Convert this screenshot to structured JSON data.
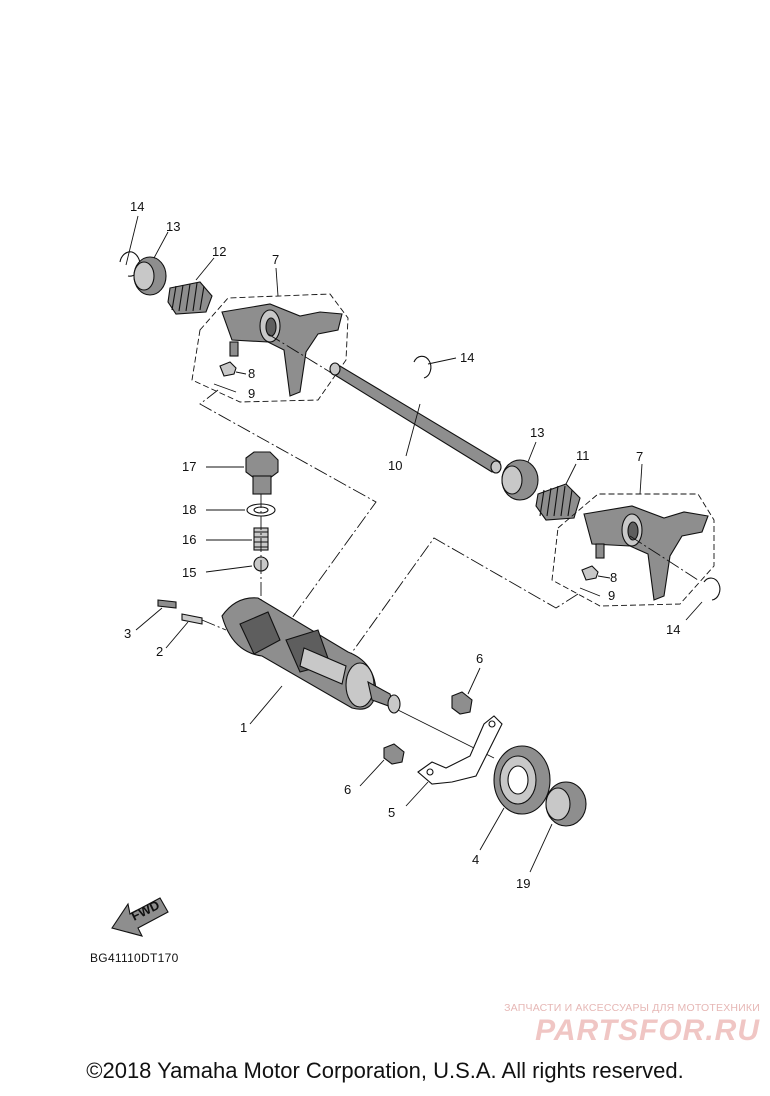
{
  "callouts": {
    "c1": "1",
    "c2": "2",
    "c3": "3",
    "c4": "4",
    "c5": "5",
    "c6a": "6",
    "c6b": "6",
    "c7a": "7",
    "c7b": "7",
    "c8a": "8",
    "c8b": "8",
    "c9a": "9",
    "c9b": "9",
    "c10": "10",
    "c11": "11",
    "c12": "12",
    "c13a": "13",
    "c13b": "13",
    "c14a": "14",
    "c14b": "14",
    "c14c": "14",
    "c15": "15",
    "c16": "16",
    "c17": "17",
    "c18": "18",
    "c19": "19"
  },
  "fwd_label": "FWD",
  "diagram_code": "BG41110DT170",
  "watermark": {
    "line1": "ЗАПЧАСТИ И АКСЕССУАРЫ ДЛЯ МОТОТЕХНИКИ",
    "brand": "PARTSFOR.RU"
  },
  "copyright": "©2018 Yamaha Motor Corporation, U.S.A. All rights reserved.",
  "colors": {
    "part_fill": "#8e8e8e",
    "watermark": "#f0c6c4"
  }
}
